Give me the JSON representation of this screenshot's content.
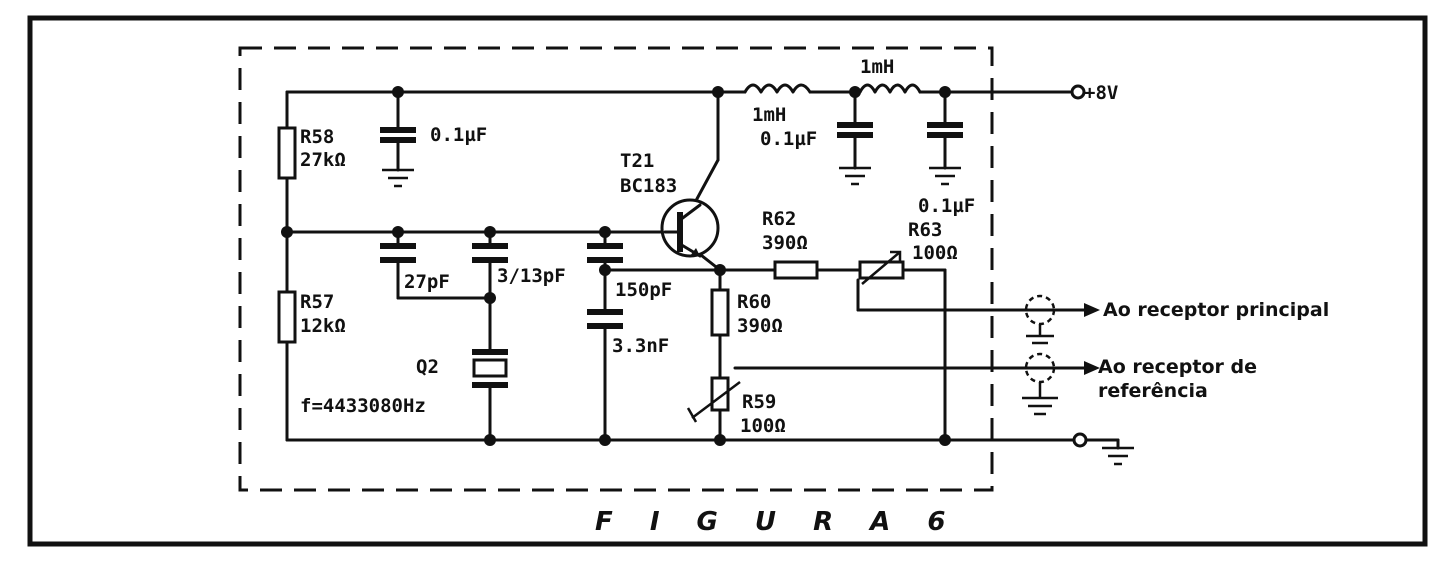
{
  "figure": {
    "caption": "F I G U R A   6"
  },
  "supply": {
    "label": "+8V"
  },
  "components": {
    "R58": {
      "name": "R58",
      "value": "27kΩ"
    },
    "R57": {
      "name": "R57",
      "value": "12kΩ"
    },
    "C_top": {
      "value": "0.1µF"
    },
    "C_27": {
      "value": "27pF"
    },
    "C_trim": {
      "value": "3/13pF"
    },
    "C_150": {
      "value": "150pF"
    },
    "C_33": {
      "value": "3.3nF"
    },
    "Q2": {
      "name": "Q2"
    },
    "crystal_freq": {
      "value": "f=4433080Hz"
    },
    "T21": {
      "name": "T21",
      "type": "BC183"
    },
    "L1": {
      "value": "1mH"
    },
    "L2": {
      "value": "1mH"
    },
    "C_L1": {
      "value": "0.1µF"
    },
    "C_L2": {
      "value": "0.1µF"
    },
    "R62": {
      "name": "R62",
      "value": "390Ω"
    },
    "R63": {
      "name": "R63",
      "value": "100Ω"
    },
    "R60": {
      "name": "R60",
      "value": "390Ω"
    },
    "R59": {
      "name": "R59",
      "value": "100Ω"
    }
  },
  "outputs": {
    "main": "Ao receptor principal",
    "ref_line1": "Ao receptor de",
    "ref_line2": "referência"
  }
}
